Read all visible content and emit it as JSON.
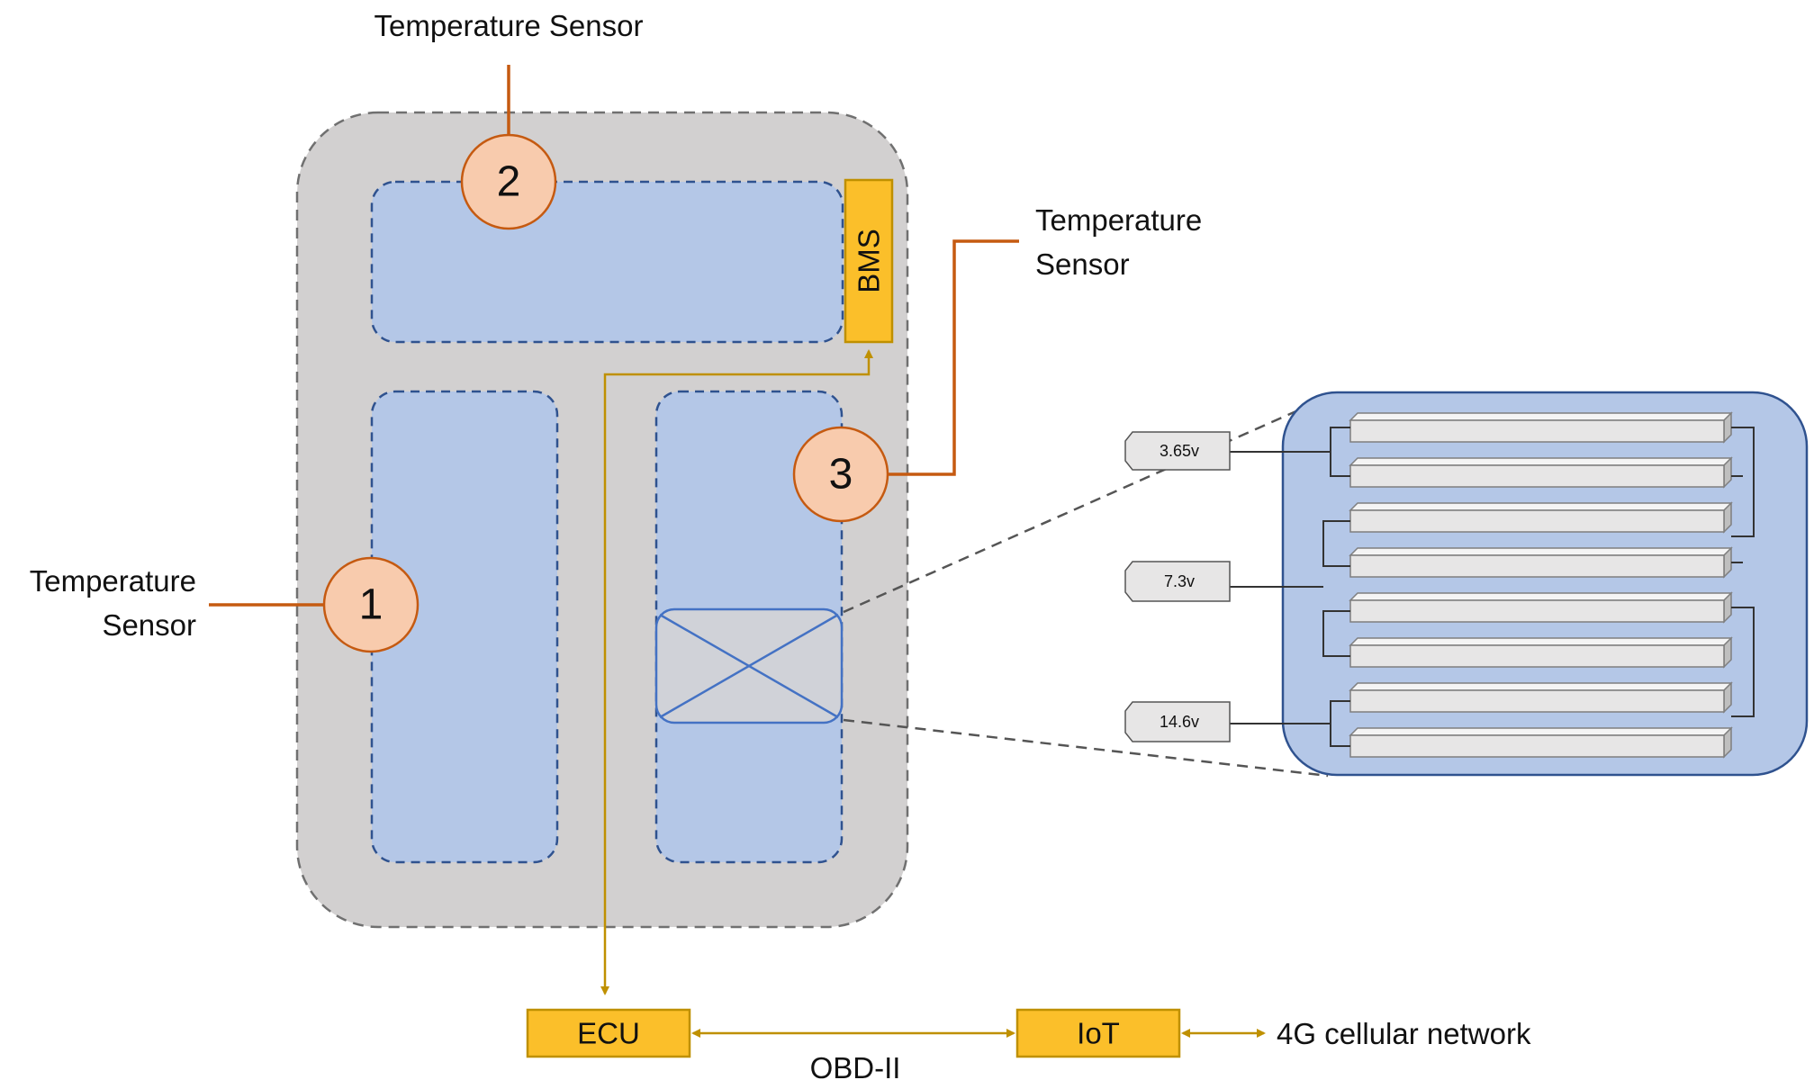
{
  "sensors": [
    {
      "number": "1",
      "label_lines": [
        "Temperature",
        "Sensor"
      ]
    },
    {
      "number": "2",
      "label_lines": [
        "Temperature Sensor"
      ]
    },
    {
      "number": "3",
      "label_lines": [
        "Temperature",
        "Sensor"
      ]
    }
  ],
  "bms_label": "BMS",
  "ecu_label": "ECU",
  "iot_label": "IoT",
  "bus_label": "OBD-II",
  "network_label": "4G cellular network",
  "voltages": [
    "3.65v",
    "7.3v",
    "14.6v"
  ],
  "colors": {
    "pack_fill": "#d2d0d0",
    "module_fill": "#b4c7e7",
    "module_border": "#2f528f",
    "sensor_fill": "#f8cbad",
    "sensor_border": "#c55a11",
    "sensor_line": "#c55a11",
    "bms_fill": "#fbbf2a",
    "wire": "#bf9000",
    "cell_fill": "#e7e6e6"
  }
}
